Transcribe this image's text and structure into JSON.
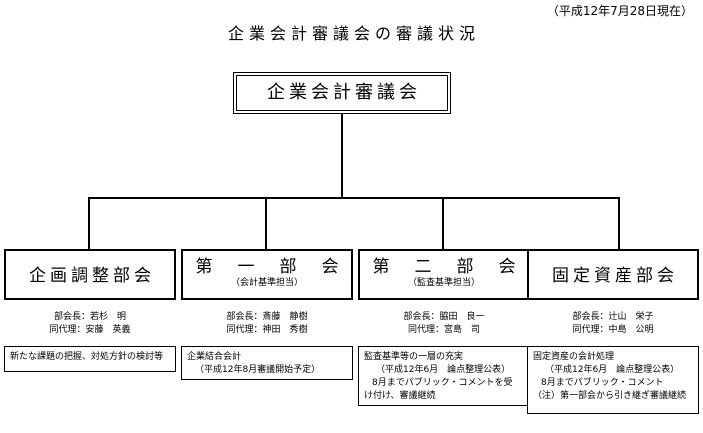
{
  "header": {
    "date_note": "（平成12年7月28日現在）"
  },
  "title": "企業会計審議会の審議状況",
  "root": {
    "label": "企業会計審議会"
  },
  "departments": [
    {
      "title": "企画調整部会",
      "subtitle": "",
      "chair_label": "部会長：",
      "chair_name_surname": "若杉",
      "chair_name_given": "明",
      "deputy_label": "同代理：",
      "deputy_name_surname": "安藤",
      "deputy_name_given": "英義",
      "note_lines": [
        "新たな課題の把握、対処方針の検討等"
      ]
    },
    {
      "title": "第　一　部　会",
      "subtitle": "（会計基準担当）",
      "chair_label": "部会長：",
      "chair_name_surname": "斎藤",
      "chair_name_given": "静樹",
      "deputy_label": "同代理：",
      "deputy_name_surname": "神田",
      "deputy_name_given": "秀樹",
      "note_lines": [
        "企業結合会計",
        "（平成12年8月審議開始予定）"
      ]
    },
    {
      "title": "第　二　部　会",
      "subtitle": "（監査基準担当）",
      "chair_label": "部会長：",
      "chair_name_surname": "脇田",
      "chair_name_given": "良一",
      "deputy_label": "同代理：",
      "deputy_name_surname": "宮島",
      "deputy_name_given": "司",
      "note_lines": [
        "監査基準等の一層の充実",
        "（平成12年6月　論点整理公表）",
        "8月までパブリック・コメントを受",
        "け付け、審議継続"
      ]
    },
    {
      "title": "固定資産部会",
      "subtitle": "",
      "chair_label": "部会長：",
      "chair_name_surname": "辻山",
      "chair_name_given": "栄子",
      "deputy_label": "同代理：",
      "deputy_name_surname": "中島",
      "deputy_name_given": "公明",
      "note_lines": [
        "固定資産の会計処理",
        "（平成12年6月　論点整理公表）",
        "8月までパブリック・コメント",
        "（注）第一部会から引き継ぎ審議継続"
      ]
    }
  ]
}
